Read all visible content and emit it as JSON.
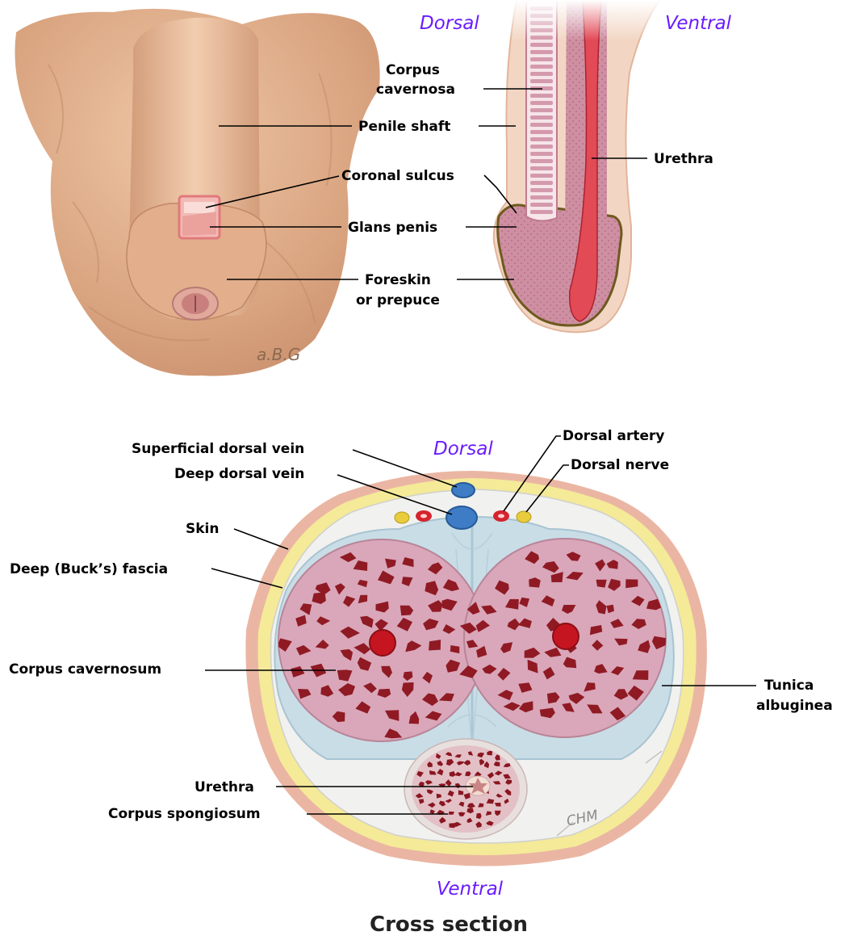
{
  "orientation": {
    "top_dorsal": "Dorsal",
    "top_ventral": "Ventral",
    "cross_dorsal": "Dorsal",
    "cross_ventral": "Ventral"
  },
  "external_labels": {
    "penile_shaft": "Penile shaft",
    "coronal_sulcus": "Coronal sulcus",
    "glans_penis": "Glans penis",
    "foreskin_line1": "Foreskin",
    "foreskin_line2": "or prepuce"
  },
  "sagittal_labels": {
    "corpus_line1": "Corpus",
    "corpus_line2": "cavernosa",
    "urethra": "Urethra"
  },
  "cross_labels": {
    "superficial_dorsal_vein": "Superficial dorsal vein",
    "deep_dorsal_vein": "Deep dorsal vein",
    "dorsal_artery": "Dorsal artery",
    "dorsal_nerve": "Dorsal nerve",
    "skin": "Skin",
    "bucks_fascia": "Deep (Buck’s) fascia",
    "corpus_cavernosum": "Corpus cavernosum",
    "tunica_line1": "Tunica",
    "tunica_line2": "albuginea",
    "urethra": "Urethra",
    "corpus_spongiosum": "Corpus spongiosum"
  },
  "caption": "Cross section",
  "colors": {
    "orientation_text": "#6a1bff",
    "skin": "#e8b49e",
    "fascia_yellow": "#f3ea9a",
    "tunica_blue": "#cfe0ea",
    "cavernous_tissue": "#d9a6b8",
    "sinusoid": "#8f1a24",
    "artery": "#d4242e",
    "vein": "#3f7cc6",
    "nerve": "#e8cc3c"
  }
}
